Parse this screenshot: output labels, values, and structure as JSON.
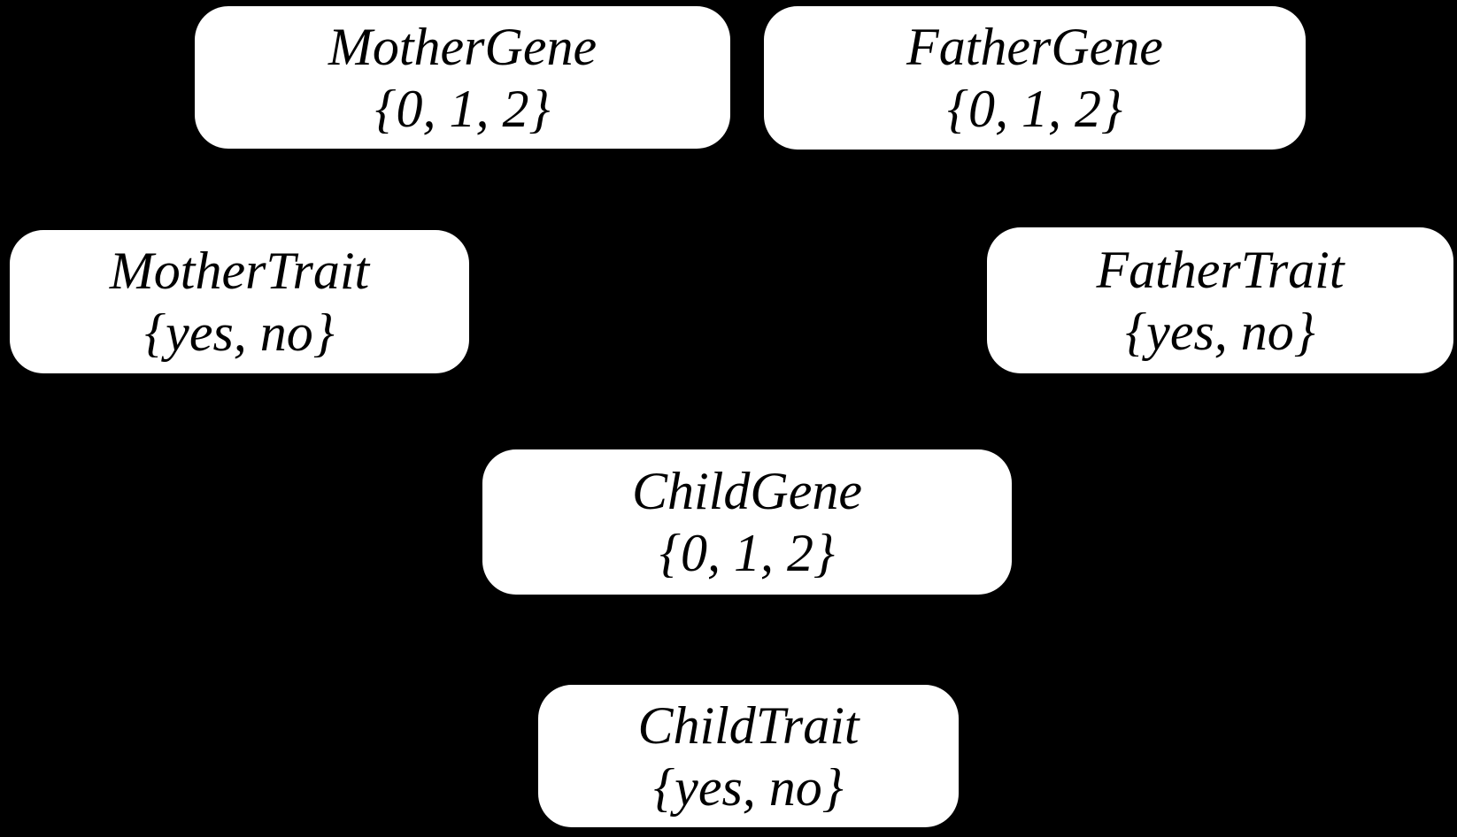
{
  "diagram_type": "bayesian-network",
  "colors": {
    "background": "#000000",
    "node_fill": "#ffffff",
    "node_text": "#000000"
  },
  "nodes": [
    {
      "id": "mother-gene",
      "label": "MotherGene",
      "domain": "{0, 1, 2}"
    },
    {
      "id": "father-gene",
      "label": "FatherGene",
      "domain": "{0, 1, 2}"
    },
    {
      "id": "mother-trait",
      "label": "MotherTrait",
      "domain": "{yes, no}"
    },
    {
      "id": "father-trait",
      "label": "FatherTrait",
      "domain": "{yes, no}"
    },
    {
      "id": "child-gene",
      "label": "ChildGene",
      "domain": "{0, 1, 2}"
    },
    {
      "id": "child-trait",
      "label": "ChildTrait",
      "domain": "{yes, no}"
    }
  ]
}
